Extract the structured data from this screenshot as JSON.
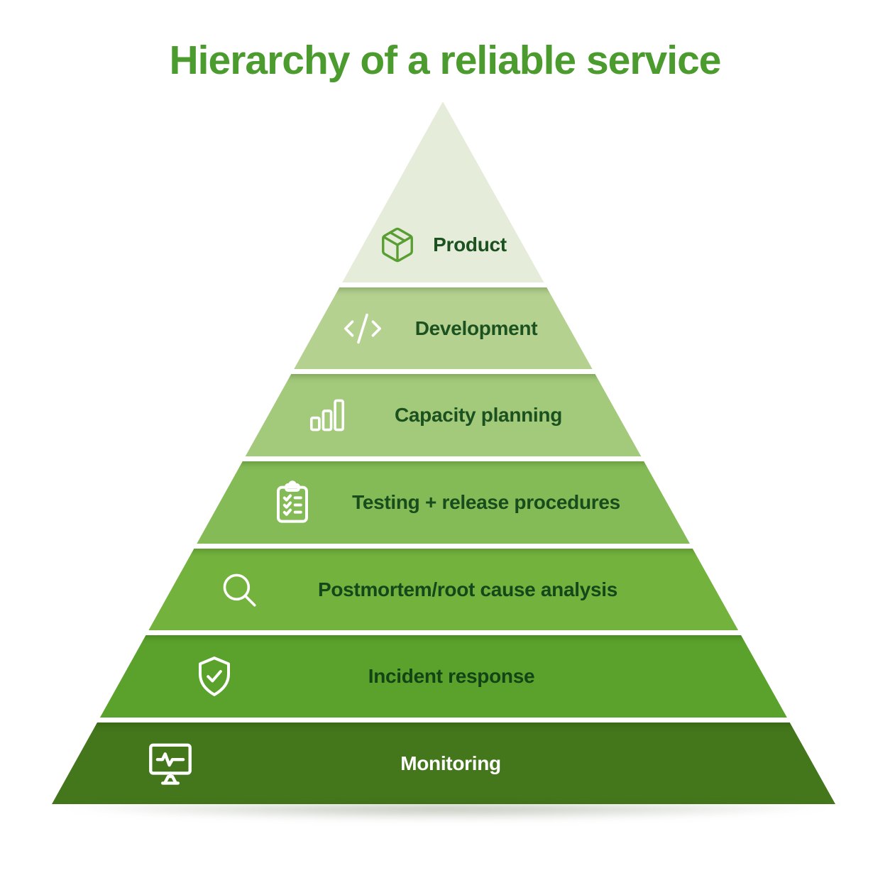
{
  "title": "Hierarchy of a reliable service",
  "title_color": "#4c9b2e",
  "background_color": "#ffffff",
  "pyramid": {
    "levels": [
      {
        "label": "Product",
        "icon": "package-icon",
        "color": "#e6ecda",
        "label_color": "#1c5220",
        "icon_color": "#5a9e33"
      },
      {
        "label": "Development",
        "icon": "code-icon",
        "color": "#b5d190",
        "label_color": "#1c5220",
        "icon_color": "#ffffff"
      },
      {
        "label": "Capacity planning",
        "icon": "bar-chart-icon",
        "color": "#a3c97b",
        "label_color": "#1b511f",
        "icon_color": "#ffffff"
      },
      {
        "label": "Testing + release procedures",
        "icon": "clipboard-checklist-icon",
        "color": "#84bb56",
        "label_color": "#174c1c",
        "icon_color": "#ffffff"
      },
      {
        "label": "Postmortem/root cause analysis",
        "icon": "magnifying-glass-icon",
        "color": "#74b23e",
        "label_color": "#144719",
        "icon_color": "#ffffff"
      },
      {
        "label": "Incident response",
        "icon": "shield-check-icon",
        "color": "#5aa22c",
        "label_color": "#124416",
        "icon_color": "#ffffff"
      },
      {
        "label": "Monitoring",
        "icon": "monitor-pulse-icon",
        "color": "#44761c",
        "label_color": "#ffffff",
        "icon_color": "#ffffff"
      }
    ]
  }
}
